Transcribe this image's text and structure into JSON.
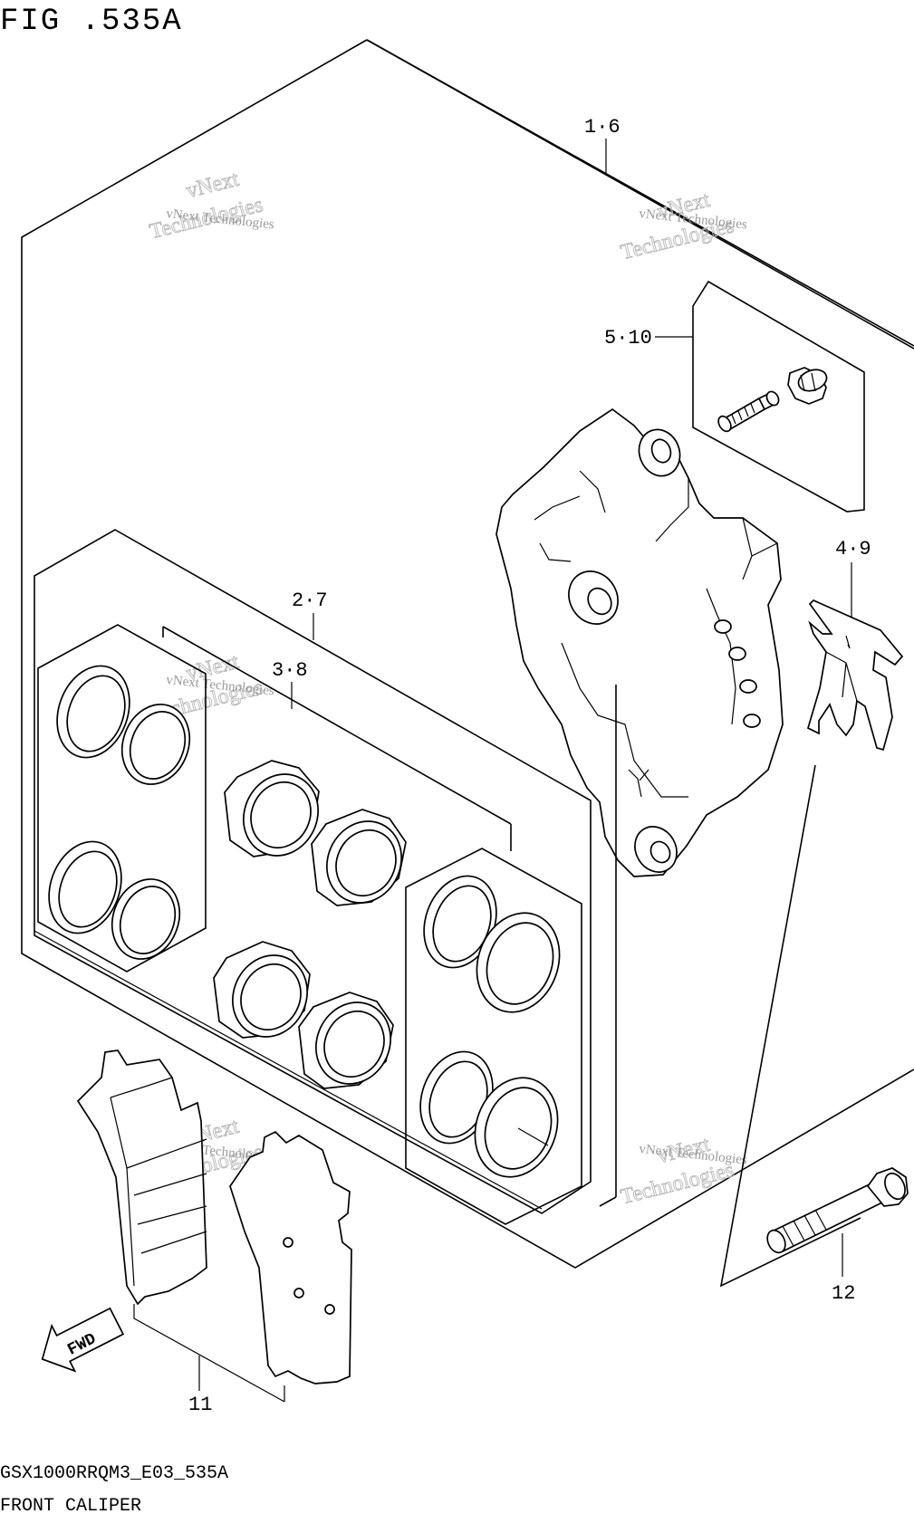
{
  "figure": {
    "title": "FIG .535A",
    "code": "GSX1000RRQM3_E03_535A",
    "caption": "FRONT CALIPER"
  },
  "callouts": [
    "1·6",
    "5·10",
    "4·9",
    "2·7",
    "3·8",
    "11",
    "12"
  ],
  "direction_arrow": {
    "label": "FWD"
  },
  "watermark": {
    "line_small": "vNext Technologies",
    "line_big_1": "vNext",
    "line_big_2": "Technologies"
  },
  "icons": [
    "fwd-arrow-icon",
    "caliper-body-icon",
    "bleeder-screw-icon",
    "cap-icon",
    "pad-spring-icon",
    "piston-icon",
    "seal-ring-icon",
    "brake-pad-icon",
    "mounting-bolt-icon"
  ]
}
